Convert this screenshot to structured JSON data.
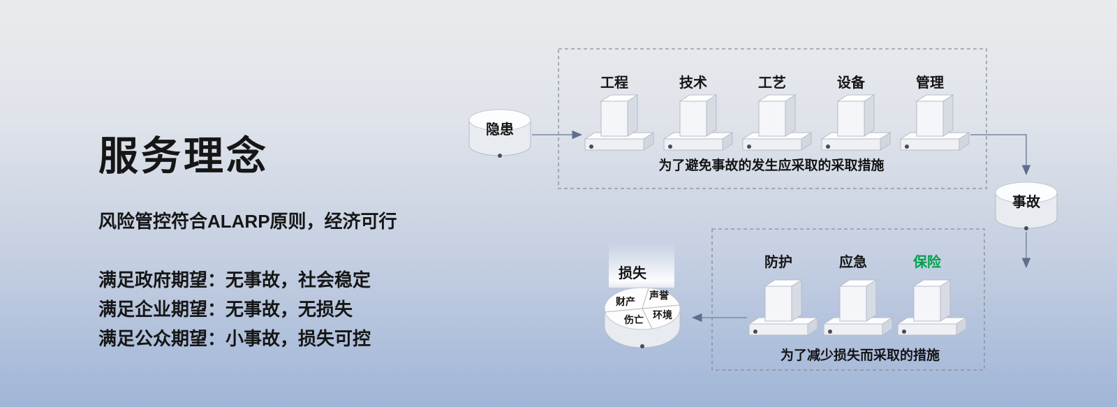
{
  "left_panel": {
    "title": "服务理念",
    "subtitle": "风险管控符合ALARP原则，经济可行",
    "expectations": [
      "满足政府期望：无事故，社会稳定",
      "满足企业期望：无事故，无损失",
      "满足公众期望：小事故，损失可控"
    ]
  },
  "flow": {
    "hazard_label": "隐患",
    "accident_label": "事故",
    "prevention": {
      "caption": "为了避免事故的发生应采取的采取措施",
      "barriers": [
        "工程",
        "技术",
        "工艺",
        "设备",
        "管理"
      ]
    },
    "mitigation": {
      "caption": "为了减少损失而采取的措施",
      "barriers": [
        "防护",
        "应急",
        "保险"
      ],
      "highlight_color": "#00a04e"
    },
    "loss": {
      "label": "损失",
      "segments": [
        "财产",
        "声誉",
        "伤亡",
        "环境"
      ]
    }
  }
}
